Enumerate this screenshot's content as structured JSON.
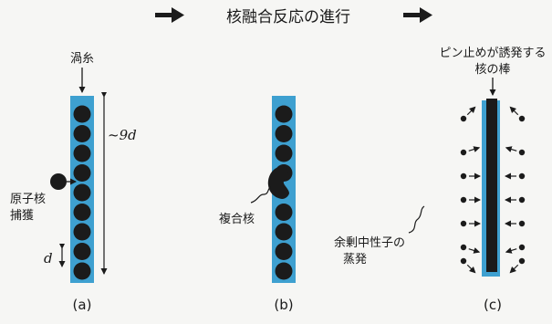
{
  "title": "核融合反応の進行",
  "colors": {
    "tube": "#3ea0d0",
    "ball": "#1b1b1b",
    "rod": "#1b1b1b",
    "text": "#1a1a1a",
    "background": "#f6f6f4"
  },
  "panel_a": {
    "vortex_label": "渦糸",
    "height_label": "~9d",
    "capture_label_line1": "原子核",
    "capture_label_line2": "捕獲",
    "spacing_label": "d",
    "caption": "(a)"
  },
  "panel_b": {
    "compound_label": "複合核",
    "caption": "(b)"
  },
  "panel_c": {
    "rod_label_line1": "ピン止めが誘発する",
    "rod_label_line2": "核の棒",
    "evap_label_line1": "余剰中性子の",
    "evap_label_line2": "蒸発",
    "caption": "(c)"
  }
}
